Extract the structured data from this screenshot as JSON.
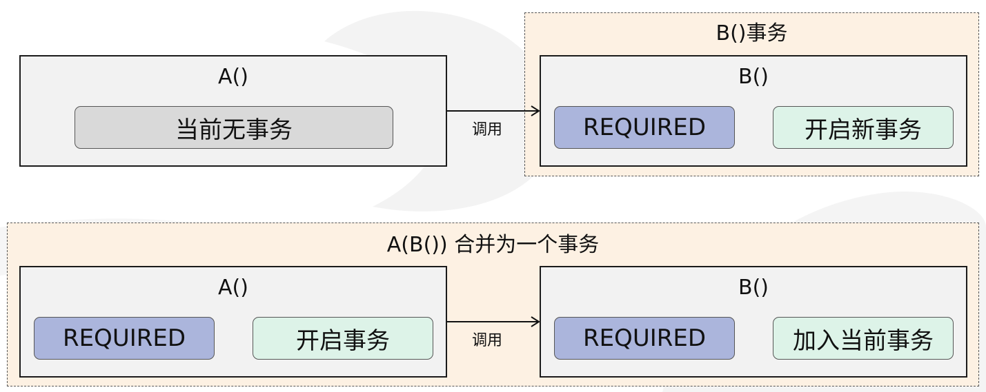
{
  "top_scenario": {
    "caller": {
      "title": "A()",
      "state": "当前无事务",
      "state_color": "#d9d9d9"
    },
    "call_label": "调用",
    "callee_group": {
      "title": "B()事务",
      "method": {
        "title": "B()",
        "propagation": "REQUIRED",
        "behavior": "开启新事务"
      }
    }
  },
  "bottom_scenario": {
    "group_title": "A(B()) 合并为一个事务",
    "caller": {
      "title": "A()",
      "propagation": "REQUIRED",
      "behavior": "开启事务"
    },
    "call_label": "调用",
    "callee": {
      "title": "B()",
      "propagation": "REQUIRED",
      "behavior": "加入当前事务"
    }
  },
  "colors": {
    "transaction_group_fill": "#fdf1e3",
    "method_box_fill": "#f2f2f2",
    "propagation_fill": "#abb5dc",
    "behavior_fill": "#ddf3e8"
  }
}
